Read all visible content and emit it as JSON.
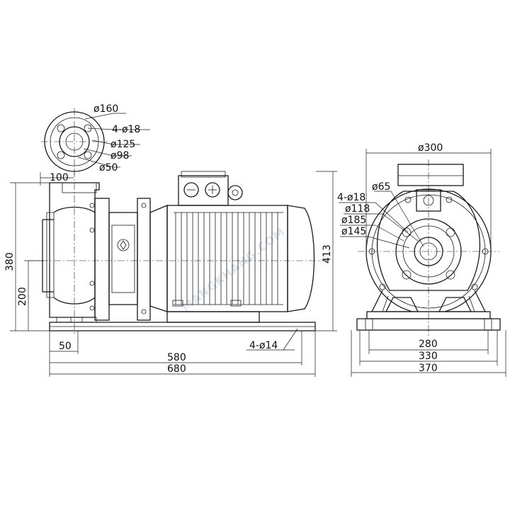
{
  "dims": {
    "flange_outer_dia": "ø160",
    "flange_bolts": "4-ø18",
    "flange_pcd": "ø125",
    "flange_raised_face": "ø98",
    "flange_bore": "ø50",
    "suction_offset": "100",
    "overall_height": "380",
    "shaft_height": "200",
    "motor_height": "413",
    "base_edge": "50",
    "base_holes_spacing": "580",
    "overall_length": "680",
    "base_bolts": "4-ø14",
    "motor_dia": "ø300",
    "inlet_bolts": "4-ø18",
    "inlet_bore": "ø65",
    "inlet_raised_face": "ø118",
    "inlet_outer_dia": "ø185",
    "inlet_pcd": "ø145",
    "foot_holes_spacing": "280",
    "foot_width": "330",
    "base_width": "370"
  },
  "watermark": {
    "text": "MANGKHANG.COM"
  }
}
